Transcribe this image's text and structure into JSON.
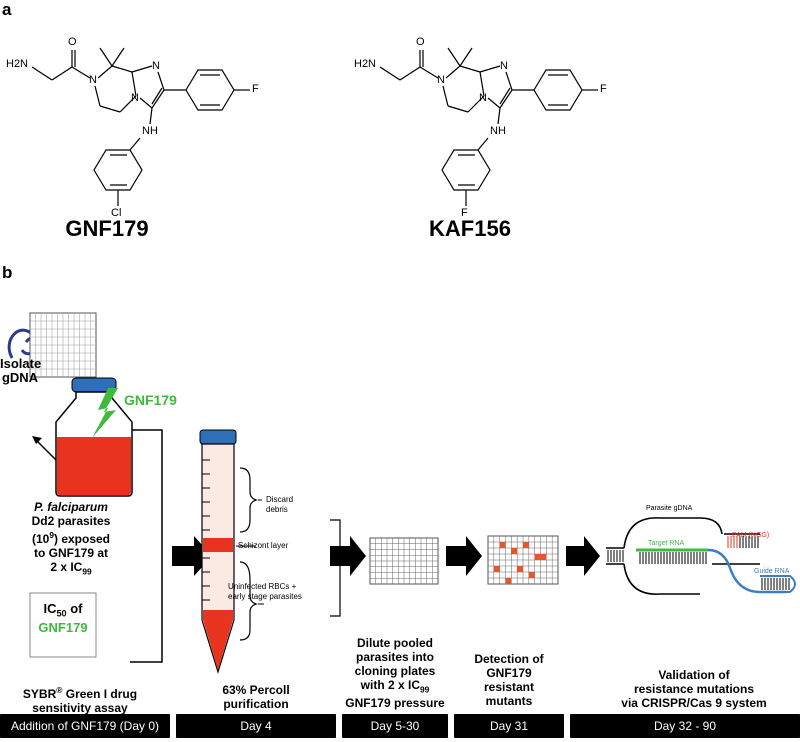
{
  "panel_a_label": "a",
  "panel_b_label": "b",
  "compounds": [
    {
      "name": "GNF179",
      "halogen": "Cl"
    },
    {
      "name": "KAF156",
      "halogen": "F"
    }
  ],
  "atoms": {
    "h2n": "H2N",
    "o": "O",
    "n": "N",
    "nh": "NH",
    "f": "F"
  },
  "isolate": {
    "line1": "Isolate",
    "line2": "gDNA"
  },
  "flask_label": "GNF179",
  "culture_desc": {
    "species": "P. falciparum",
    "line2": "Dd2 parasites",
    "line3_pre": "(10",
    "line3_sup": "9",
    "line3_post": ") exposed",
    "line4": "to GNF179 at",
    "line5_pre": "2 x IC",
    "line5_sub": "99"
  },
  "ic50": {
    "pre": "IC",
    "sub": "50",
    "post": " of",
    "drug": "GNF179"
  },
  "tube_labels": {
    "discard1": "Discard",
    "discard2": "debris",
    "schizont": "Schizont layer",
    "uninfected1": "Uninfected RBCs +",
    "uninfected2": "early stage parasites"
  },
  "crispr_labels": {
    "gdna": "Parasite gDNA",
    "pam": "PAM (NGG)",
    "target": "Target RNA",
    "guide": "Guide RNA"
  },
  "steps": {
    "s1_pre": "SYBR",
    "s1_sup": "®",
    "s1_post": " Green I drug",
    "s1_line2": "sensitivity assay",
    "s2_line1": "63% Percoll",
    "s2_line2": "purification",
    "s3_line1": "Dilute pooled",
    "s3_line2": "parasites into",
    "s3_line3": "cloning plates",
    "s3_line4_pre": "with 2 x IC",
    "s3_line4_sub": "99",
    "s3_line5": "GNF179 pressure",
    "s4_line1": "Detection of",
    "s4_line2": "GNF179",
    "s4_line3": "resistant",
    "s4_line4": "mutants",
    "s5_line1": "Validation of",
    "s5_line2": "resistance mutations",
    "s5_line3": "via CRISPR/Cas 9 system"
  },
  "timeline": [
    "Addition of GNF179 (Day 0)",
    "Day 4",
    "Day 5-30",
    "Day 31",
    "Day 32 - 90"
  ],
  "colors": {
    "green": "#3dbb3d",
    "red": "#e8331e",
    "blue": "#3a7fc1",
    "navy": "#2b3a8c"
  }
}
